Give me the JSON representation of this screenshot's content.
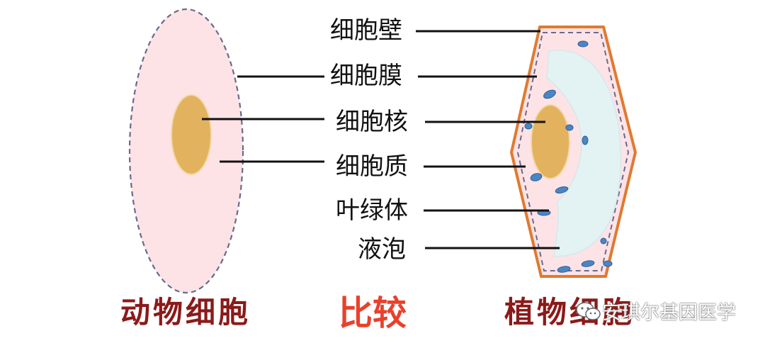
{
  "labels": {
    "cell_wall": "细胞壁",
    "cell_membrane": "细胞膜",
    "nucleus": "细胞核",
    "cytoplasm": "细胞质",
    "chloroplast": "叶绿体",
    "vacuole": "液泡"
  },
  "titles": {
    "animal": "动物细胞",
    "compare": "比较",
    "plant": "植物细胞"
  },
  "watermark": "安琪尔基因医学",
  "colors": {
    "cytoplasm_fill": "#fde3e6",
    "nucleus_fill": "#e2b25e",
    "nucleus_stroke": "#f2d9a8",
    "membrane_dash": "#6a6a8c",
    "cell_wall": "#e07a30",
    "vacuole_fill": "#e3f2f3",
    "chloroplast_fill": "#4a86c4",
    "title_dark_red": "#8b1a1a",
    "title_red": "#e8412c"
  },
  "icons": [
    "wechat-icon"
  ]
}
